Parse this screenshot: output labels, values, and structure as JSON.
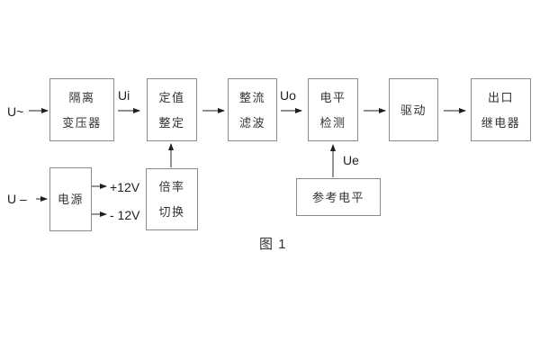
{
  "figure": {
    "caption": "图 1",
    "blocks": [
      {
        "name": "isolation-transformer",
        "lines": [
          "隔离",
          "变压器"
        ]
      },
      {
        "name": "setting-adjust",
        "lines": [
          "定值",
          "整定"
        ]
      },
      {
        "name": "rectifier-filter",
        "lines": [
          "整流",
          "滤波"
        ]
      },
      {
        "name": "level-detect",
        "lines": [
          "电平",
          "检测"
        ]
      },
      {
        "name": "driver",
        "lines": [
          "驱动"
        ]
      },
      {
        "name": "output-relay",
        "lines": [
          "出口",
          "继电器"
        ]
      },
      {
        "name": "power-supply",
        "lines": [
          "电源"
        ]
      },
      {
        "name": "ratio-switch",
        "lines": [
          "倍率",
          "切换"
        ]
      },
      {
        "name": "reference-level",
        "lines": [
          "参考电平"
        ]
      }
    ],
    "signals": {
      "input_ac": "U~",
      "input_dc": "U –",
      "ui": "Ui",
      "uo": "Uo",
      "ue": "Ue",
      "plus_12v": "+12V",
      "minus_12v": "- 12V"
    },
    "colors": {
      "background": "#ffffff",
      "box_border": "#8a8a8a",
      "text": "#333333",
      "arrow": "#333333"
    }
  }
}
